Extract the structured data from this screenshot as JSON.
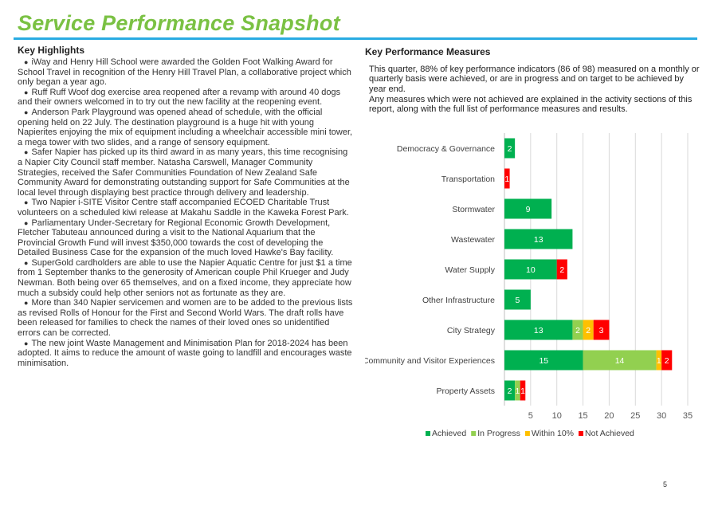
{
  "page": {
    "title": "Service Performance Snapshot",
    "page_number": "5"
  },
  "highlights": {
    "heading": "Key Highlights",
    "items": [
      "iWay and Henry Hill School were awarded the Golden Foot Walking Award for School Travel in recognition of the Henry Hill Travel Plan, a collaborative project which only began a year ago.",
      "Ruff Ruff Woof dog exercise area reopened after a revamp with around 40 dogs and their owners welcomed in to try out the new facility at the reopening event.",
      "Anderson Park Playground was opened ahead of schedule, with the official opening held on 22 July. The destination playground is a huge hit with young Napierites enjoying the mix of equipment including a wheelchair accessible mini tower, a mega tower with two slides, and a range of sensory equipment.",
      "Safer Napier has picked up its third award in as many years, this time recognising a Napier City Council staff member. Natasha Carswell, Manager Community Strategies, received the Safer Communities Foundation of New Zealand Safe Community Award for demonstrating outstanding support for Safe Communities at the local level through displaying best practice through delivery and leadership.",
      "Two Napier i-SITE Visitor Centre staff accompanied ECOED Charitable Trust volunteers on a scheduled kiwi release at Makahu Saddle in the Kaweka Forest Park.",
      "Parliamentary Under-Secretary for Regional Economic Growth Development, Fletcher Tabuteau announced during a visit to the National Aquarium that the Provincial Growth Fund will invest $350,000 towards the cost of developing the Detailed Business Case for the expansion of the much loved Hawke's Bay facility.",
      "SuperGold cardholders are able to use the Napier Aquatic Centre for just $1 a time from 1 September thanks to the generosity of American couple Phil Krueger and Judy Newman. Both being over 65 themselves, and on a fixed income, they appreciate how much a subsidy could help other seniors not as fortunate as they are.",
      "More than 340 Napier servicemen and women are to be added to the previous lists as revised Rolls of Honour for the First and Second World Wars. The draft rolls have been released for families to check the names of their loved ones so unidentified errors can be corrected.",
      "The new joint Waste Management and Minimisation Plan for 2018-2024 has been adopted. It aims to reduce the amount of waste going to landfill and encourages waste minimisation."
    ]
  },
  "kpm": {
    "heading": "Key Performance Measures",
    "para1": "This quarter, 88% of key performance indicators (86 of 98) measured on a monthly or quarterly basis were achieved, or are in progress and on target to be achieved by year end.",
    "para2": "Any measures which were not achieved are explained in the activity sections of this report, along with the full list of performance measures and results."
  },
  "chart_data": {
    "type": "bar",
    "orientation": "horizontal",
    "stacked": true,
    "categories": [
      "Democracy & Governance",
      "Transportation",
      "Stormwater",
      "Wastewater",
      "Water Supply",
      "Other Infrastructure",
      "City Strategy",
      "Community and Visitor Experiences",
      "Property Assets"
    ],
    "series": [
      {
        "name": "Achieved",
        "color": "#00b050",
        "values": [
          2,
          0,
          9,
          13,
          10,
          5,
          13,
          15,
          2
        ]
      },
      {
        "name": "In Progress",
        "color": "#92d050",
        "values": [
          0,
          0,
          0,
          0,
          0,
          0,
          2,
          14,
          1
        ]
      },
      {
        "name": "Within 10%",
        "color": "#ffc000",
        "values": [
          0,
          0,
          0,
          0,
          0,
          0,
          2,
          1,
          0
        ]
      },
      {
        "name": "Not Achieved",
        "color": "#ff0000",
        "values": [
          0,
          1,
          0,
          0,
          2,
          0,
          3,
          2,
          1
        ]
      }
    ],
    "xlim": [
      0,
      35
    ],
    "xticks": [
      5,
      10,
      15,
      20,
      25,
      30,
      35
    ],
    "grid": true,
    "legend_position": "bottom",
    "title": "",
    "xlabel": "",
    "ylabel": ""
  }
}
